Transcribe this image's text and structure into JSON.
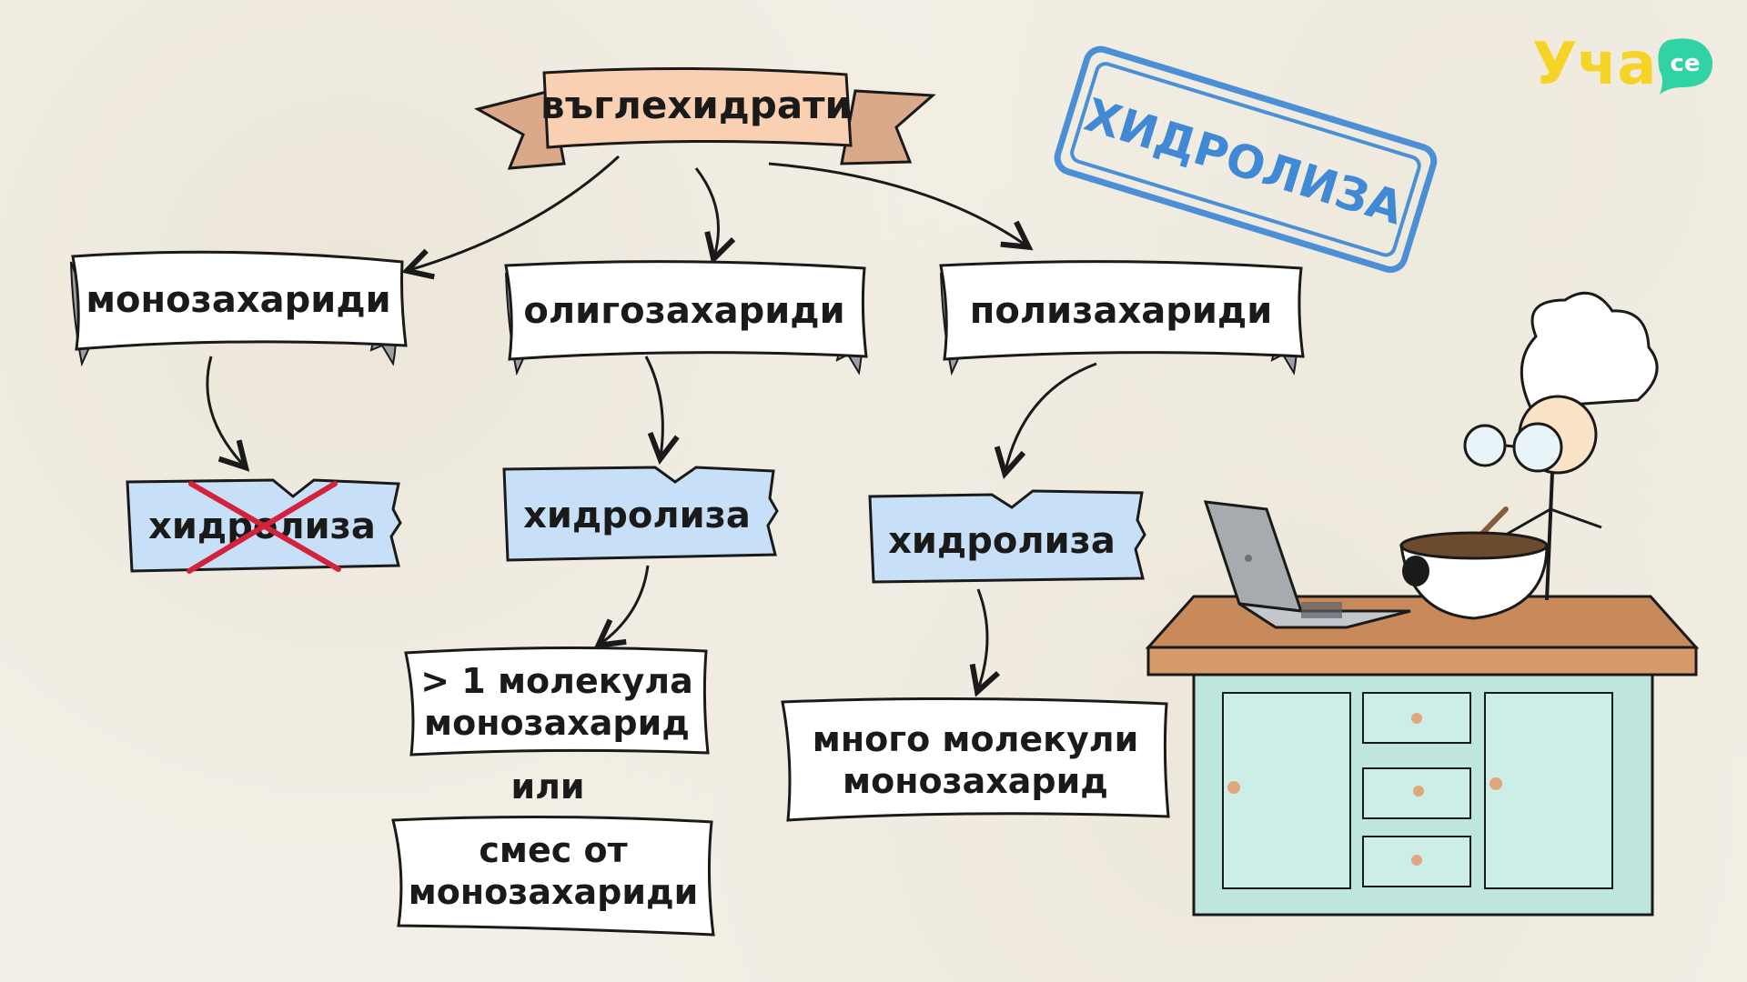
{
  "title": "въглехидрати",
  "stamp": "ХИДРОЛИЗА",
  "logo": {
    "text": "Уча",
    "badge": "се",
    "brand_color": "#f5d327",
    "badge_color": "#2fd3a4"
  },
  "categories": [
    {
      "label": "монозахариди",
      "process": "хидролиза",
      "process_crossed": true
    },
    {
      "label": "олигозахариди",
      "process": "хидролиза",
      "process_crossed": false,
      "result_line1": "> 1 молекула",
      "result_line2": "монозахарид",
      "connector": "или",
      "alt_line1": "смес от",
      "alt_line2": "монозахариди"
    },
    {
      "label": "полизахариди",
      "process": "хидролиза",
      "process_crossed": false,
      "result_line1": "много молекули",
      "result_line2": "монозахарид"
    }
  ],
  "colors": {
    "banner": "#f9d1b2",
    "banner_tail": "#d9a98a",
    "process_box": "#c8e0f7",
    "stamp": "#2e7fd4",
    "cross": "#d3223a",
    "counter_top": "#c88a5a",
    "cabinet": "#bfe6dd"
  },
  "icons": [
    "chef-character-icon",
    "laptop-icon",
    "mixing-bowl-icon",
    "kitchen-counter-icon"
  ]
}
